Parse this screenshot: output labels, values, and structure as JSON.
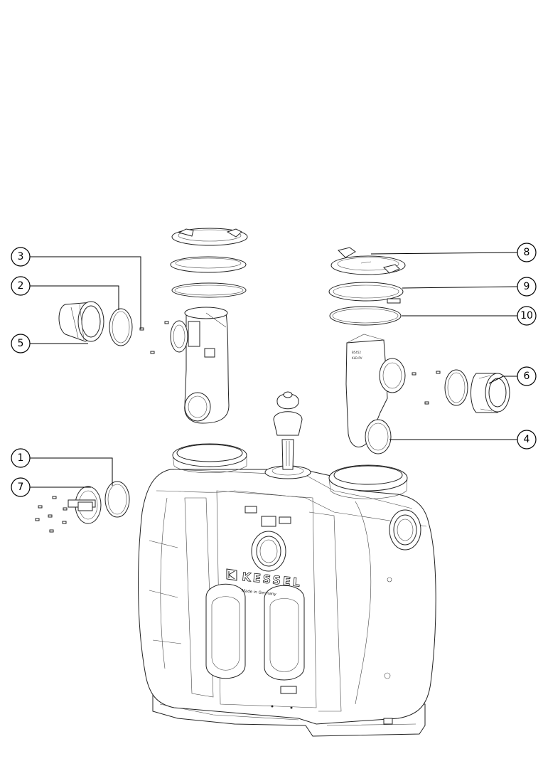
{
  "brand": {
    "name": "KESSEL",
    "tagline": "Made in Germany"
  },
  "callouts": [
    {
      "number": "1",
      "part": "seal-ring"
    },
    {
      "number": "2",
      "part": "seal-ring"
    },
    {
      "number": "3",
      "part": "screw"
    },
    {
      "number": "4",
      "part": "elbow-pipe"
    },
    {
      "number": "5",
      "part": "pipe-clamp"
    },
    {
      "number": "6",
      "part": "connector-clamp"
    },
    {
      "number": "7",
      "part": "lid-with-screws"
    },
    {
      "number": "8",
      "part": "cover-lid"
    },
    {
      "number": "9",
      "part": "clamp-ring"
    },
    {
      "number": "10",
      "part": "gasket"
    }
  ],
  "colors": {
    "line": "#222222",
    "background": "#ffffff"
  }
}
